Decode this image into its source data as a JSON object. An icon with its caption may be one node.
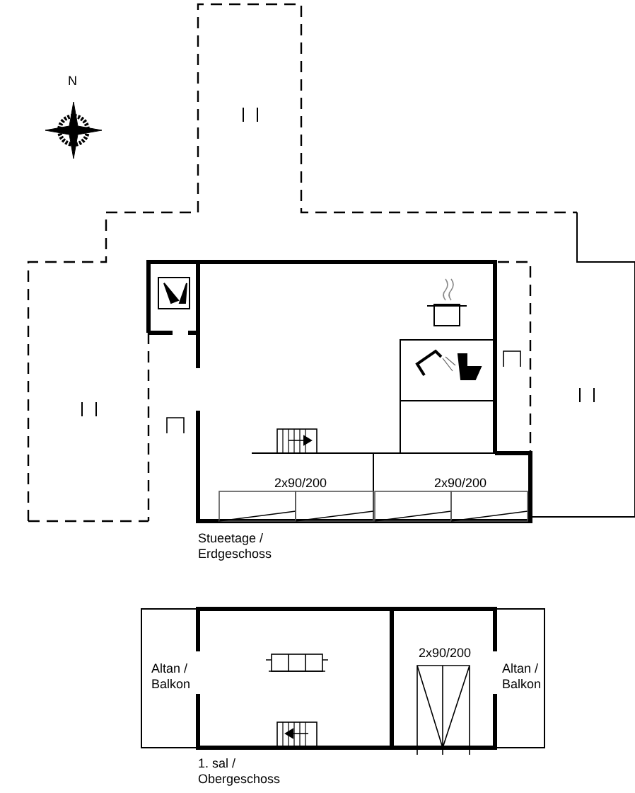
{
  "diagram": {
    "labels": [
      "N",
      "2x90/200",
      "2x90/200",
      "Stueetage / Erdgeschoss",
      "Altan / Balkon",
      "2x90/200",
      "Altan / Balkon",
      "1. sal / Obergeschoss"
    ]
  }
}
